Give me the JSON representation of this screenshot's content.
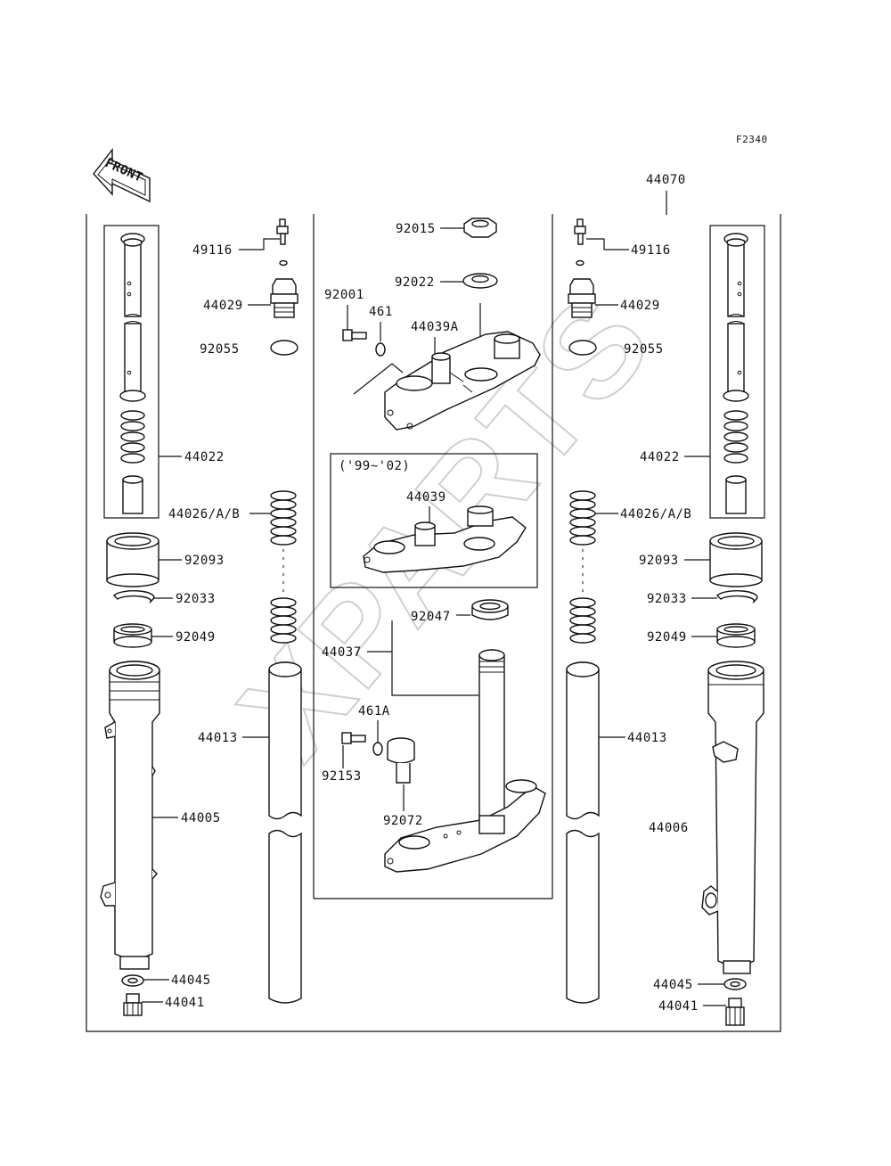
{
  "figure_code": "F2340",
  "direction_arrow": "FRONT",
  "assembly_label": "44070",
  "variant_note": "('99~'02)",
  "watermark": "XPARTS",
  "labels": {
    "l_49116": "49116",
    "l_44029": "44029",
    "l_92055": "92055",
    "l_44022": "44022",
    "l_44026": "44026/A/B",
    "l_92093": "92093",
    "l_92033": "92033",
    "l_92049": "92049",
    "l_44013": "44013",
    "l_44005": "44005",
    "l_44045": "44045",
    "l_44041": "44041",
    "r_49116": "49116",
    "r_44029": "44029",
    "r_92055": "92055",
    "r_44022": "44022",
    "r_44026": "44026/A/B",
    "r_92093": "92093",
    "r_92033": "92033",
    "r_92049": "92049",
    "r_44013": "44013",
    "r_44006": "44006",
    "r_44045": "44045",
    "r_44041": "44041",
    "c_92015": "92015",
    "c_92022": "92022",
    "c_92001": "92001",
    "c_461": "461",
    "c_44039A": "44039A",
    "c_44039": "44039",
    "c_92047": "92047",
    "c_44037": "44037",
    "c_461A": "461A",
    "c_92153": "92153",
    "c_92072": "92072"
  },
  "colors": {
    "ink": "#111111",
    "watermark": "#cfcfcf"
  }
}
